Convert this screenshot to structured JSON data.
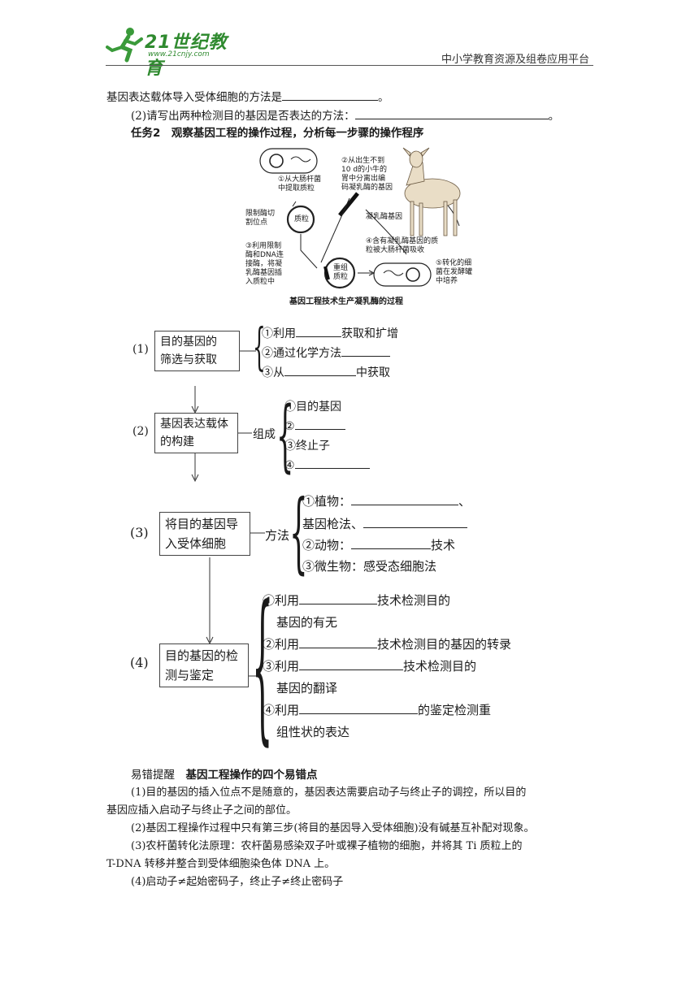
{
  "header": {
    "logo_text": "21世纪教育",
    "logo_sub": "www.21cnjy.com",
    "right_text": "中小学教育资源及组卷应用平台"
  },
  "top": {
    "line1": "基因表达载体导入受体细胞的方法是",
    "line1_end": "。",
    "line2": "(2)请写出两种检测目的基因是否表达的方法：",
    "line2_end": "。",
    "task": "任务2　观察基因工程的操作过程，分析每一步骤的操作程序"
  },
  "figure": {
    "step1": [
      "①从大肠杆菌",
      "中提取质粒"
    ],
    "step2": [
      "②从出生不到",
      "10 d的小牛的",
      "胃中分离出编",
      "码凝乳酶的基因"
    ],
    "cut": [
      "限制酶切",
      "割位点"
    ],
    "plasmid": "质粒",
    "gene": "凝乳酶基因",
    "step3": [
      "③利用限制",
      "酶和DNA连",
      "接酶，将凝",
      "乳酶基因插",
      "入质粒中"
    ],
    "recombinant": [
      "重组",
      "质粒"
    ],
    "step4": [
      "④含有凝乳酶基因的质",
      "粒被大肠杆菌吸收"
    ],
    "step5": [
      "⑤转化的细",
      "菌在发酵罐",
      "中培养"
    ],
    "caption": "基因工程技术生产凝乳酶的过程"
  },
  "flow": {
    "s1": {
      "num": "(1)",
      "box": [
        "目的基因的",
        "筛选与获取"
      ],
      "items": [
        "①利用",
        "获取和扩增",
        "②通过化学方法",
        "③从",
        "中获取"
      ]
    },
    "s2": {
      "num": "(2)",
      "box": [
        "基因表达载体",
        "的构建"
      ],
      "conn": "组成",
      "items": [
        "①目的基因",
        "②",
        "③终止子",
        "④"
      ]
    },
    "s3": {
      "num": "(3)",
      "box": [
        "将目的基因导",
        "入受体细胞"
      ],
      "conn": "方法",
      "items": [
        "①植物：",
        "、",
        "基因枪法、",
        "②动物：",
        "技术",
        "③微生物：感受态细胞法"
      ]
    },
    "s4": {
      "num": "(4)",
      "box": [
        "目的基因的检",
        "测与鉴定"
      ],
      "items": [
        "①利用",
        "技术检测目的",
        "基因的有无",
        "②利用",
        "技术检测目的基因的转录",
        "③利用",
        "技术检测目的",
        "基因的翻译",
        "④利用",
        "的鉴定检测重",
        "组性状的表达"
      ]
    }
  },
  "tips": {
    "title_a": "易错提醒",
    "title_b": "基因工程操作的四个易错点",
    "p1a": "(1)目的基因的插入位点不是随意的，基因表达需要启动子与终止子的调控，所以目的",
    "p1b": "基因应插入启动子与终止子之间的部位。",
    "p2": "(2)基因工程操作过程中只有第三步(将目的基因导入受体细胞)没有碱基互补配对现象。",
    "p3a": "(3)农杆菌转化法原理：农杆菌易感染双子叶或裸子植物的细胞，并将其 Ti 质粒上的",
    "p3b": "T-DNA 转移并整合到受体细胞染色体 DNA 上。",
    "p4": "(4)启动子≠起始密码子，终止子≠终止密码子"
  }
}
